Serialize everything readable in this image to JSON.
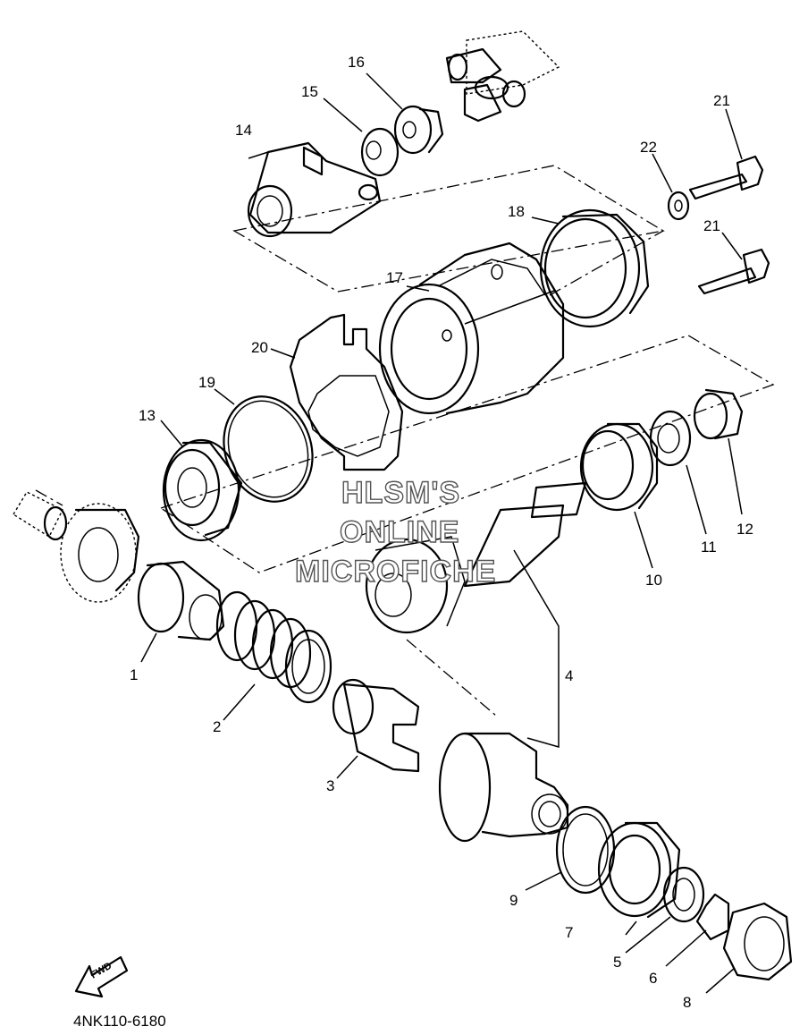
{
  "diagram_code": "4NK110-6180",
  "watermark": [
    "HLSM'S",
    "ONLINE",
    "MICROFICHE"
  ],
  "fwd_label": "FWD",
  "callouts": [
    "1",
    "2",
    "3",
    "4",
    "5",
    "6",
    "7",
    "8",
    "9",
    "10",
    "11",
    "12",
    "13",
    "14",
    "15",
    "16",
    "17",
    "18",
    "19",
    "20",
    "21",
    "21",
    "22"
  ]
}
